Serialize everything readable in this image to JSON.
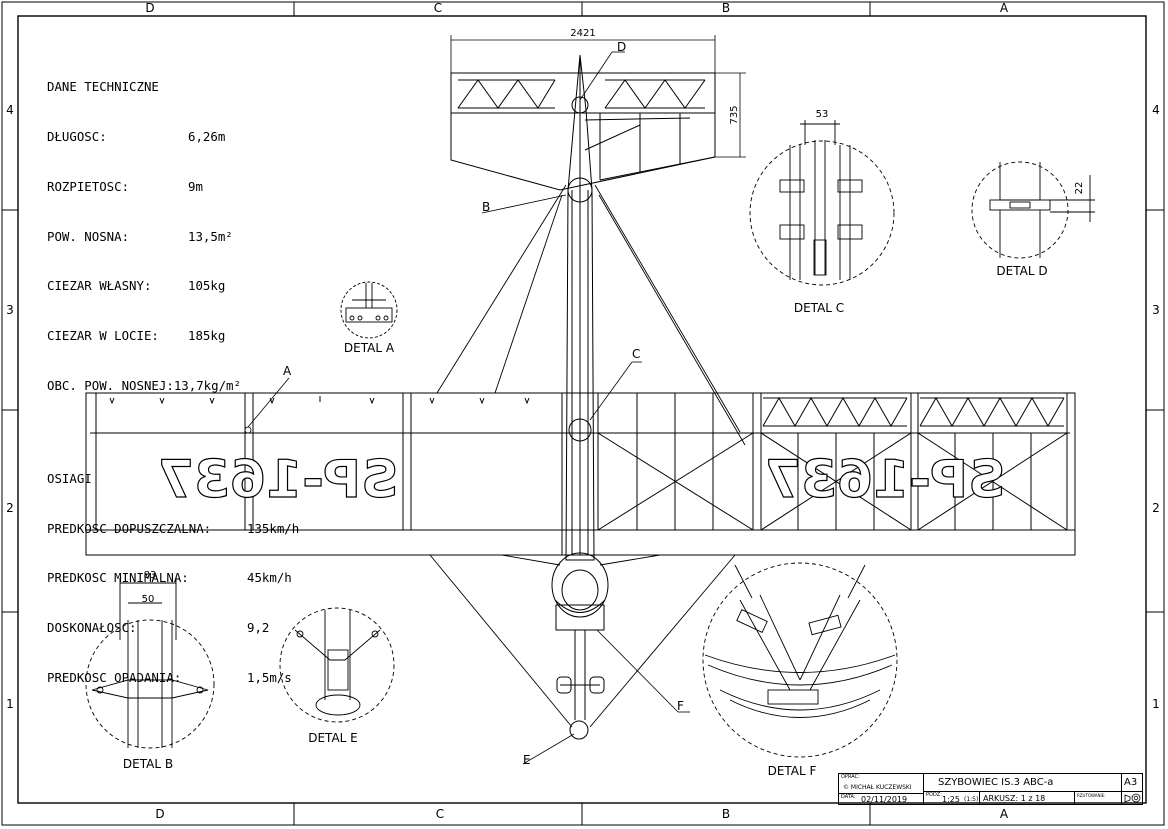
{
  "frame": {
    "zone_letters": [
      "D",
      "C",
      "B",
      "A"
    ],
    "zone_numbers": [
      "4",
      "3",
      "2",
      "1"
    ]
  },
  "specs": {
    "title": "DANE TECHNICZNE",
    "rows": [
      {
        "label": "DŁUGOSC:",
        "value": "6,26m"
      },
      {
        "label": "ROZPIETOSC:",
        "value": "9m"
      },
      {
        "label": "POW. NOSNA:",
        "value": "13,5m²"
      },
      {
        "label": "CIEZAR WŁASNY:",
        "value": "105kg"
      },
      {
        "label": "CIEZAR W LOCIE:",
        "value": "185kg"
      },
      {
        "label": "OBC. POW. NOSNEJ:",
        "value": "13,7kg/m²"
      }
    ],
    "performance_title": "OSIAGI",
    "performance": [
      {
        "label": "PREDKOSC DOPUSZCZALNA:",
        "value": "135km/h"
      },
      {
        "label": "PREDKOSC MINIMALNA:",
        "value": "45km/h"
      },
      {
        "label": "DOSKONAŁOSC:",
        "value": "9,2"
      },
      {
        "label": "PREDKOSC OPADANIA:",
        "value": "1,5m/s"
      }
    ]
  },
  "dimensions": {
    "tail_span": "2421",
    "tail_chord": "735",
    "detail_c": "53",
    "detail_d": "22",
    "detail_b_outer": "83",
    "detail_b_inner": "50"
  },
  "callouts": {
    "a": "A",
    "b": "B",
    "c": "C",
    "d": "D",
    "e": "E",
    "f": "F"
  },
  "details": {
    "a": "DETAL A",
    "b": "DETAL B",
    "c": "DETAL C",
    "d": "DETAL D",
    "e": "DETAL E",
    "f": "DETAL F"
  },
  "registration": "SP-1637",
  "title_block": {
    "author_caption": "OPRAC:",
    "author": "© MICHAŁ KUCZEWSKI",
    "date_caption": "DATA:",
    "date": "02/11/2019",
    "title": "SZYBOWIEC IS.3 ABC-a",
    "format": "A3",
    "scale_caption": "PODZ:",
    "scale": "1:25",
    "scale_note": "(1:5)",
    "sheet": "ARKUSZ: 1 z 18",
    "projection_caption": "RZUTOWANIE:"
  }
}
